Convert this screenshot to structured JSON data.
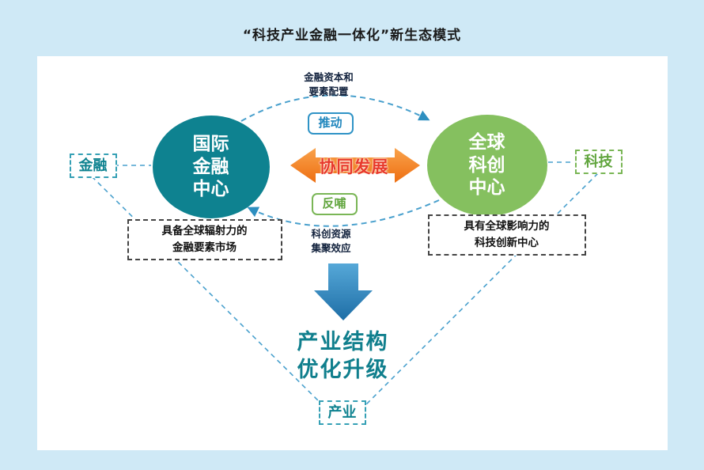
{
  "page": {
    "title": "“科技产业金融一体化”新生态模式",
    "background_color": "#cfe9f6"
  },
  "diagram": {
    "left_circle": {
      "label": "国际\n金融\n中心",
      "color": "#0e8290"
    },
    "right_circle": {
      "label": "全球\n科创\n中心",
      "color": "#85c05f"
    },
    "synergy_arrow": {
      "label": "协同发展",
      "arrow_color": "#f07c1d",
      "label_color": "#e8392b"
    },
    "top_flow": {
      "label": "金融资本和\n要素配置",
      "badge": "推动",
      "badge_color": "#2187bd"
    },
    "bottom_flow": {
      "label": "科创资源\n集聚效应",
      "badge": "反哺",
      "badge_color": "#61a53e"
    },
    "finance_tag": {
      "label": "金融",
      "color": "#0e8290"
    },
    "tech_tag": {
      "label": "科技",
      "color": "#61a53e"
    },
    "industry_tag": {
      "label": "产业",
      "color": "#0e8290"
    },
    "left_caption": {
      "label": "具备全球辐射力的\n金融要素市场"
    },
    "right_caption": {
      "label": "具有全球影响力的\n科技创新中心"
    },
    "result": {
      "label": "产业结构\n优化升级",
      "color": "#107f8d"
    },
    "down_arrow_color": "#2e7fb5",
    "dashed_line_color": "#49a0cd"
  }
}
